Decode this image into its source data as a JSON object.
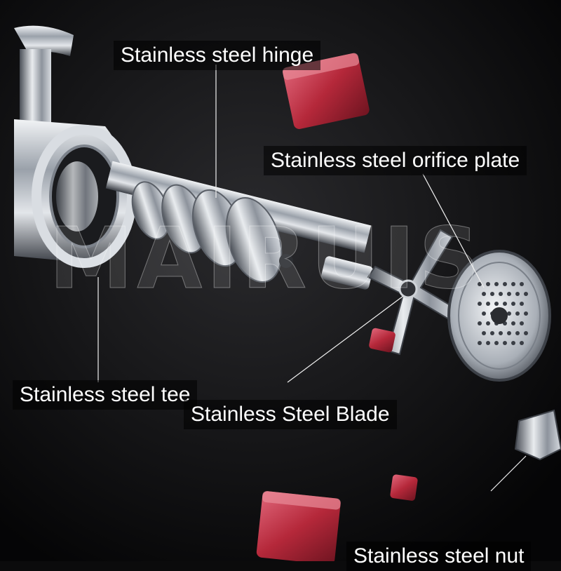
{
  "labels": {
    "hinge": "Stainless steel hinge",
    "orifice_plate": "Stainless steel orifice plate",
    "tee": "Stainless steel tee",
    "blade": "Stainless Steel Blade",
    "nut": "Stainless steel nut"
  },
  "watermark": "MAIRUIS",
  "colors": {
    "background": "#0b0b0c",
    "steel_light": "#d7dbe0",
    "steel_dark": "#4a4f57",
    "meat": "#b5283a",
    "label_text": "#ffffff"
  }
}
